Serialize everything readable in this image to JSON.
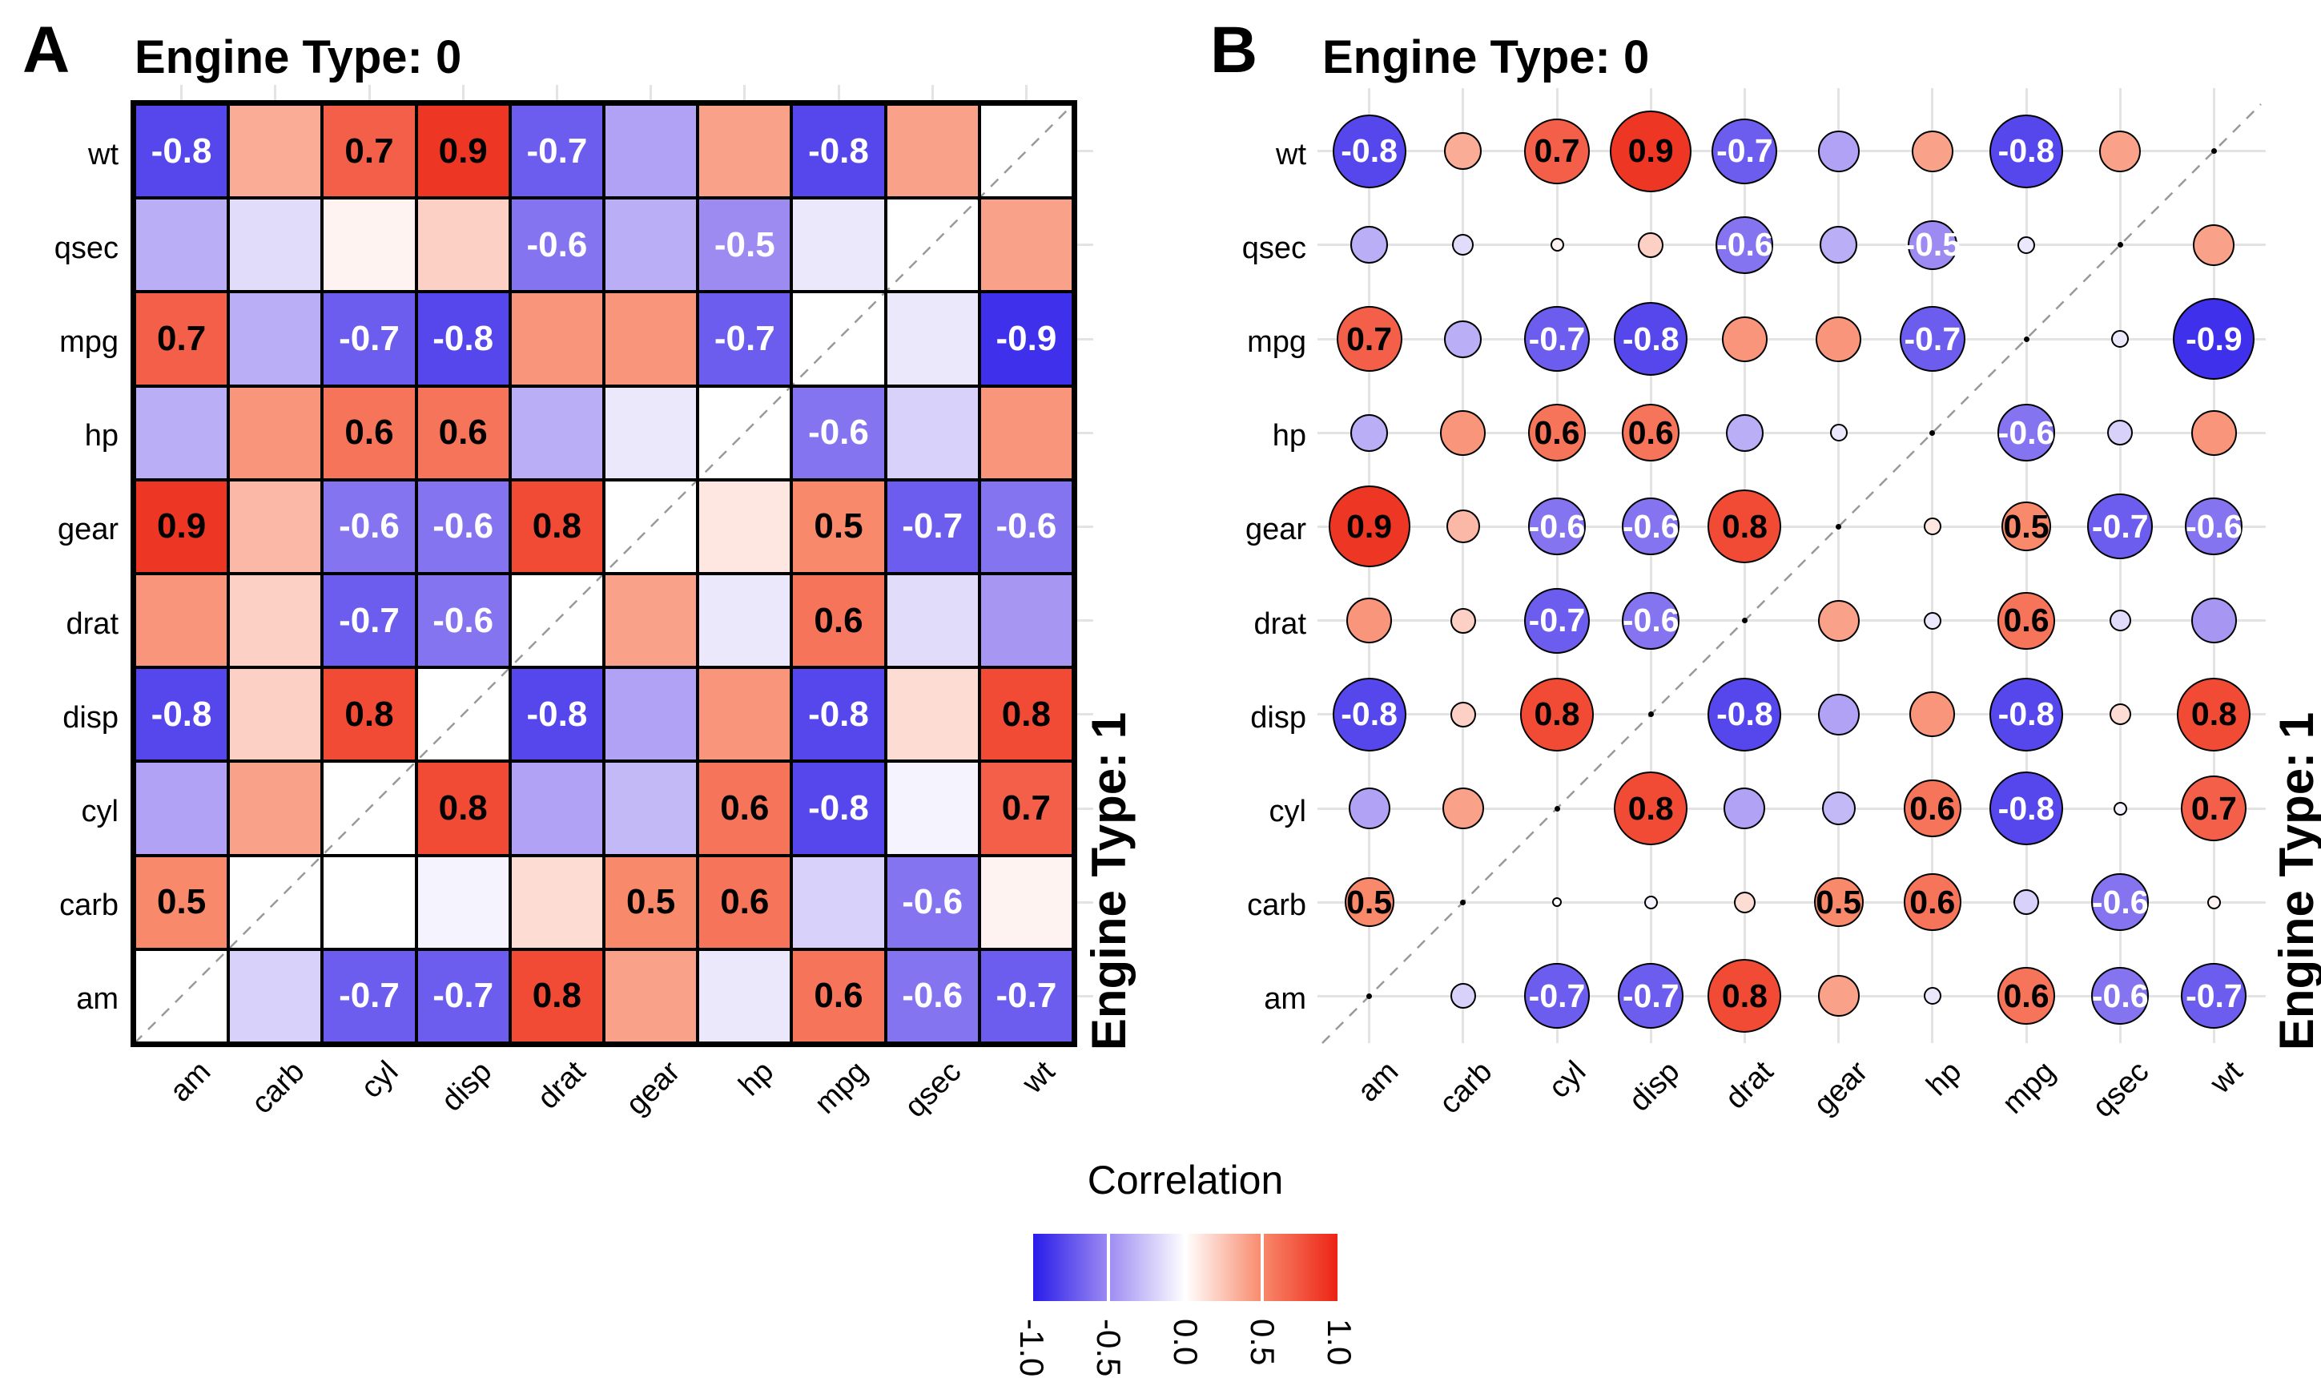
{
  "chart_data": {
    "type": "heatmap",
    "columns_left_to_right": [
      "am",
      "carb",
      "cyl",
      "disp",
      "drat",
      "gear",
      "hp",
      "mpg",
      "qsec",
      "wt"
    ],
    "rows_top_to_bottom": [
      "wt",
      "qsec",
      "mpg",
      "hp",
      "gear",
      "drat",
      "disp",
      "cyl",
      "carb",
      "am"
    ],
    "upper_triangle_label": "Engine Type: 0",
    "lower_triangle_label": "Engine Type: 1",
    "label_threshold_abs": 0.5,
    "values_by_row": [
      [
        -0.8,
        0.35,
        0.7,
        0.9,
        -0.7,
        -0.4,
        0.4,
        -0.8,
        0.4,
        null
      ],
      [
        -0.35,
        -0.15,
        0.05,
        0.2,
        -0.6,
        -0.35,
        -0.5,
        -0.1,
        null,
        0.4
      ],
      [
        0.7,
        -0.35,
        -0.7,
        -0.8,
        0.45,
        0.45,
        -0.7,
        null,
        -0.1,
        -0.9
      ],
      [
        -0.35,
        0.45,
        0.6,
        0.6,
        -0.35,
        -0.1,
        null,
        -0.6,
        -0.2,
        0.45
      ],
      [
        0.9,
        0.3,
        -0.6,
        -0.6,
        0.8,
        null,
        0.1,
        0.5,
        -0.7,
        -0.6
      ],
      [
        0.45,
        0.2,
        -0.7,
        -0.6,
        null,
        0.4,
        -0.1,
        0.6,
        -0.15,
        -0.45
      ],
      [
        -0.8,
        0.2,
        0.8,
        null,
        -0.8,
        -0.4,
        0.45,
        -0.8,
        0.15,
        0.8
      ],
      [
        -0.4,
        0.4,
        null,
        0.8,
        -0.4,
        -0.3,
        0.6,
        -0.8,
        -0.05,
        0.7
      ],
      [
        0.5,
        null,
        0.0,
        -0.05,
        0.15,
        0.5,
        0.6,
        -0.2,
        -0.6,
        0.05
      ],
      [
        null,
        -0.2,
        -0.7,
        -0.7,
        0.8,
        0.4,
        -0.1,
        0.6,
        -0.6,
        -0.7
      ]
    ],
    "panels": [
      {
        "tag": "A",
        "title": "Engine Type: 0",
        "right_label": "Engine Type: 1",
        "glyph": "square"
      },
      {
        "tag": "B",
        "title": "Engine Type: 0",
        "right_label": "Engine Type: 1",
        "glyph": "circle"
      }
    ],
    "legend": {
      "title": "Correlation",
      "min": -1,
      "max": 1,
      "tick_labels": [
        "-1.0",
        "-0.5",
        "0.0",
        "0.5",
        "1.0"
      ],
      "palette": {
        "negative_end": "#2619E9",
        "negative_mid": "#9D8BF2",
        "zero": "#FFFFFF",
        "positive_mid": "#F8896B",
        "positive_end": "#EC2113"
      }
    },
    "grid_color": "#E3E3E3",
    "diagonal_line_color": "#999999"
  }
}
